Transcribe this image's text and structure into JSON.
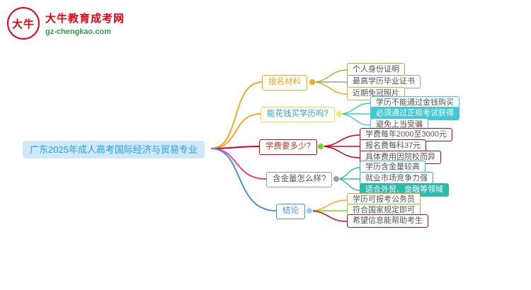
{
  "logo": {
    "emblem_text": "大牛",
    "brand": "大牛教育成考网",
    "domain": "gz-chengkao.com",
    "brand_color": "#e60012",
    "domain_color": "#2e9e4f"
  },
  "root": {
    "label": "广东2025年成人高考国际经济与贸易专业",
    "bg_color": "#cde9fb",
    "text_color": "#2a9df4"
  },
  "branches": [
    {
      "label": "报名材料",
      "color": "#f5a623",
      "line_color": "#f5a623",
      "dot_color": "#f5a623",
      "children": [
        {
          "label": "个人身份证明",
          "color": "#7ed321"
        },
        {
          "label": "最高学历毕业证书",
          "color": "#9b9b9b"
        },
        {
          "label": "近期免冠照片",
          "color": "#f5a623"
        }
      ]
    },
    {
      "label": "能花钱买学历吗?",
      "color": "#ead94c",
      "line_color": "#f5a623",
      "dot_color": "#f7e967",
      "children": [
        {
          "label": "学历不能通过金钱购买",
          "color": "#44c8d5"
        },
        {
          "label": "必须通过正规考试获得",
          "color": "#44c8d5"
        },
        {
          "label": "避免上当受骗",
          "color": "#44c8d5"
        }
      ]
    },
    {
      "label": "学费要多少?",
      "color": "#d0021b",
      "line_color": "#d0021b",
      "dot_color": "#7ed321",
      "children": [
        {
          "label": "学费每年2000至3000元",
          "color": "#d0021b"
        },
        {
          "label": "报名费每科37元",
          "color": "#d0021b"
        },
        {
          "label": "具体费用因院校而异",
          "color": "#d0021b"
        }
      ]
    },
    {
      "label": "含金量怎么样?",
      "color": "#9b9b9b",
      "line_color": "#e84393",
      "dot_color": "#9b9b9b",
      "children": [
        {
          "label": "学历含金量较高",
          "color": "#2fb9aa"
        },
        {
          "label": "就业市场竞争力强",
          "color": "#2fb9aa"
        },
        {
          "label": "适合外贸、金融等领域",
          "color": "#2fb9aa"
        }
      ]
    },
    {
      "label": "结论",
      "color": "#4a90e2",
      "line_color": "#4a90e2",
      "dot_color": "#9ad0f5",
      "children": [
        {
          "label": "学历可报考公务员",
          "color": "#f5a623"
        },
        {
          "label": "符合国家规定即可",
          "color": "#7ed321"
        },
        {
          "label": "希望信息能帮助考生",
          "color": "#d0021b"
        }
      ]
    }
  ]
}
